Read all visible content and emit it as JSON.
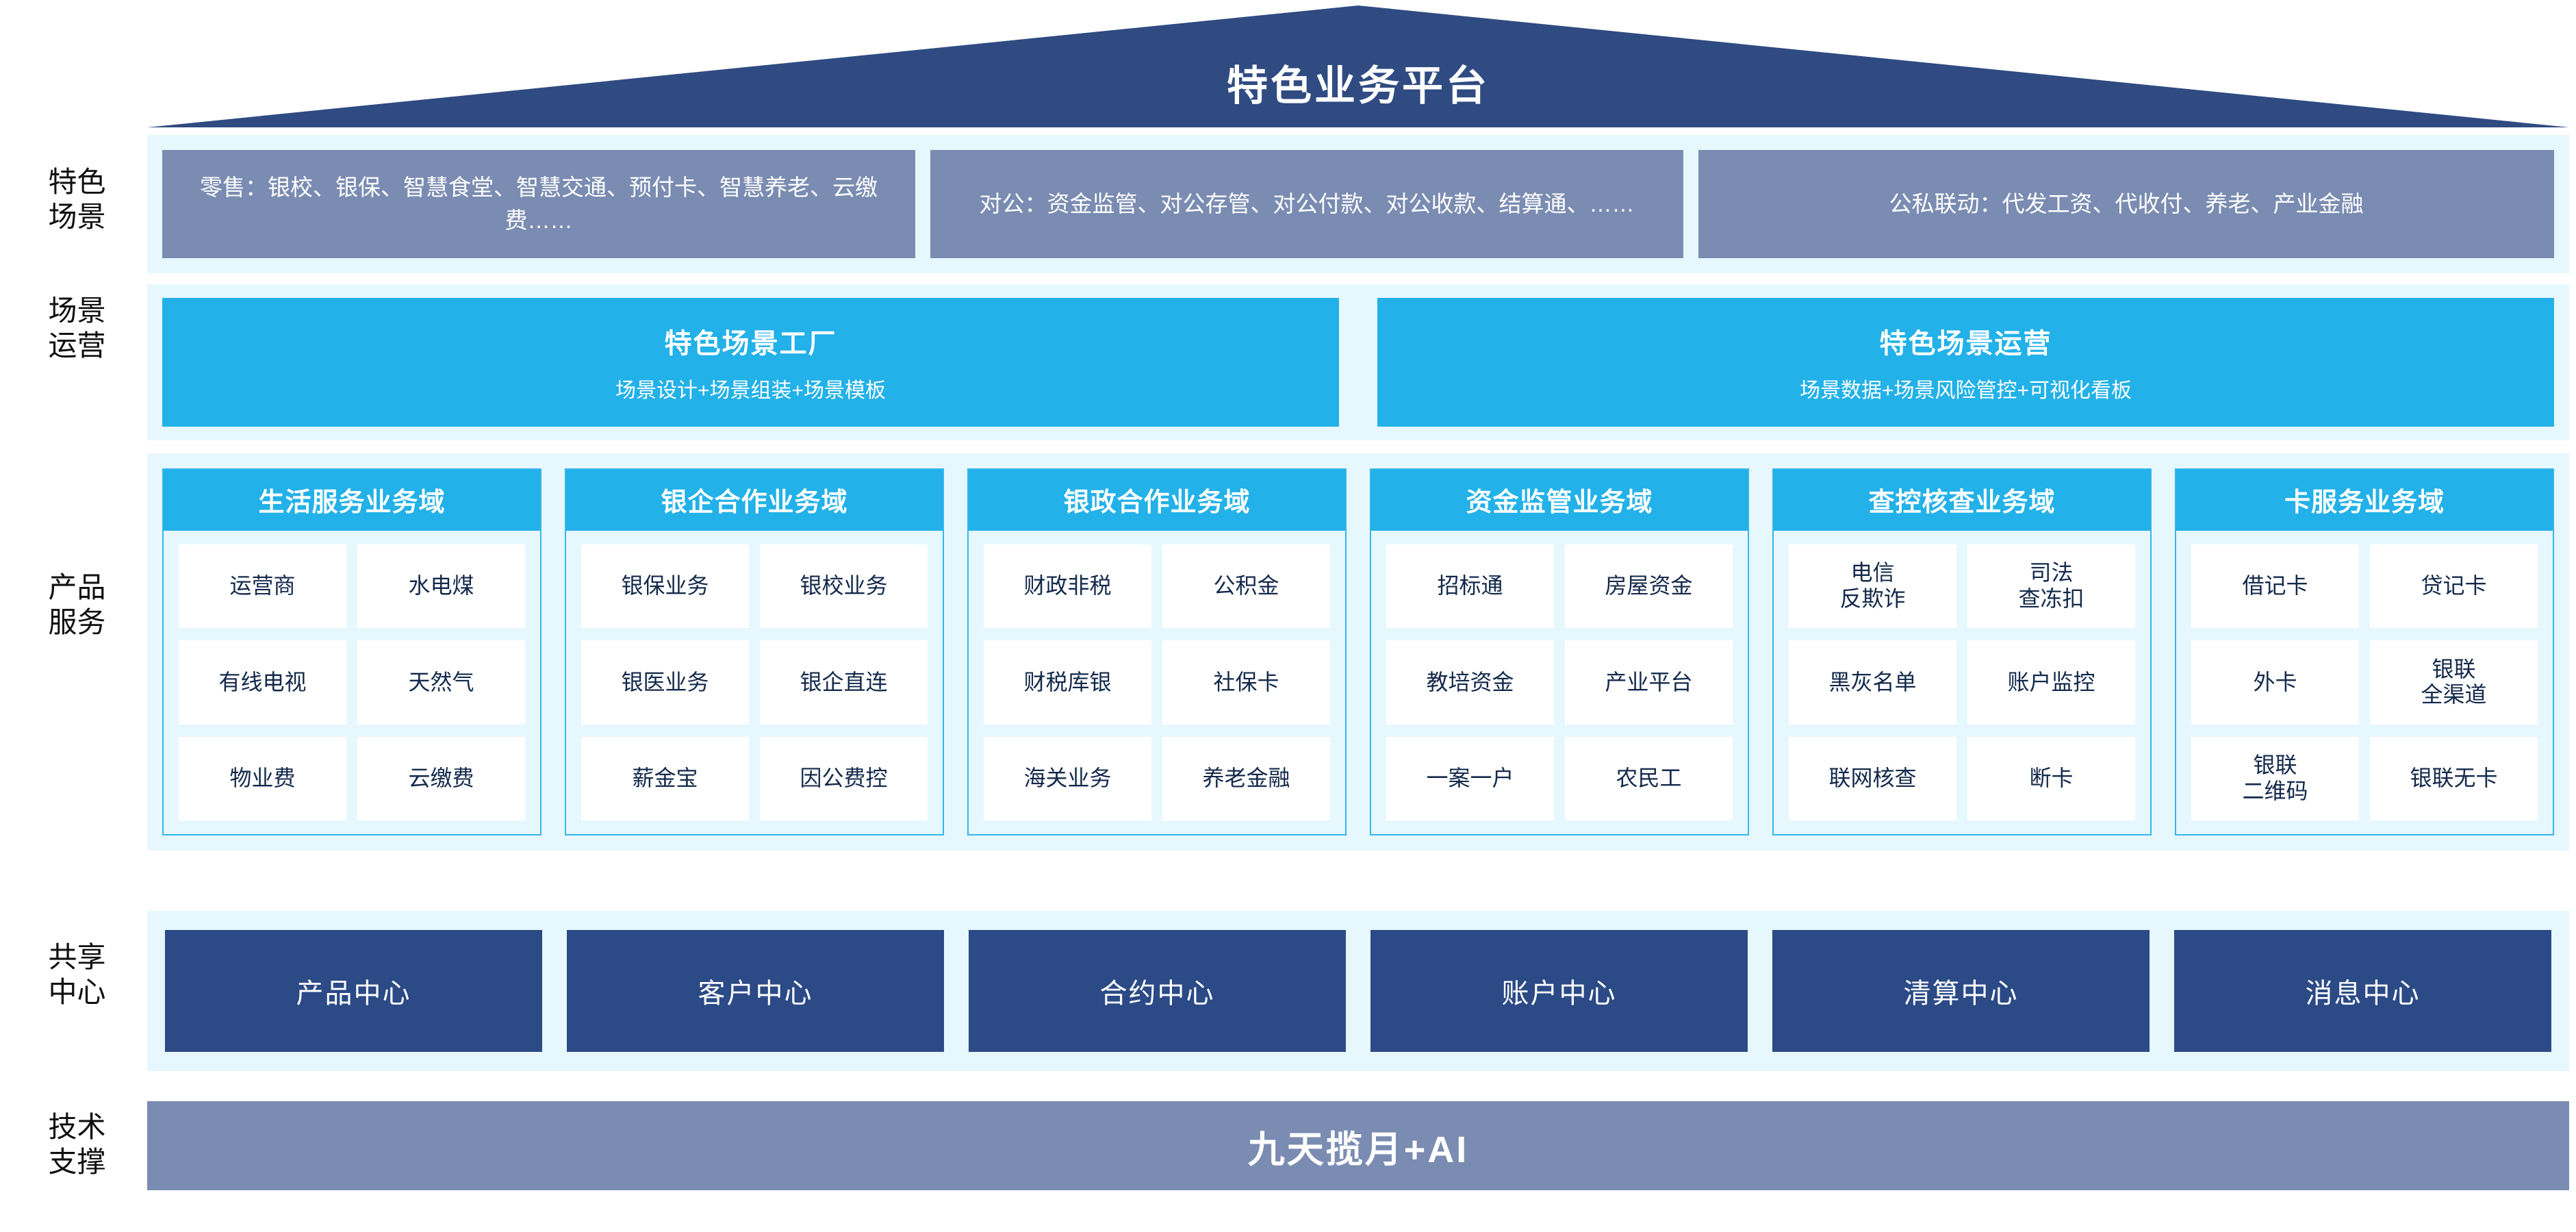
{
  "header": {
    "title": "特色业务平台",
    "banner_color": "#2f4b82"
  },
  "row_labels": {
    "scenes": "特色\n场景",
    "operations": "场景\n运营",
    "products": "产品\n服务",
    "shared": "共享\n中心",
    "tech": "技术\n支撑"
  },
  "scenes": {
    "boxes": [
      {
        "label": "零售：银校、银保、智慧食堂、智慧交通、预付卡、智慧养老、云缴费……"
      },
      {
        "label": "对公：资金监管、对公存管、对公付款、对公收款、结算通、……"
      },
      {
        "label": "公私联动：代发工资、代收付、养老、产业金融"
      }
    ],
    "box_color": "#7b8cb2"
  },
  "operations": {
    "boxes": [
      {
        "title": "特色场景工厂",
        "subtitle": "场景设计+场景组装+场景模板"
      },
      {
        "title": "特色场景运营",
        "subtitle": "场景数据+场景风险管控+可视化看板"
      }
    ],
    "box_color": "#22b1e8"
  },
  "products": {
    "accent": "#22b1e8",
    "domains": [
      {
        "title": "生活服务业务域",
        "cells": [
          "运营商",
          "水电煤",
          "有线电视",
          "天然气",
          "物业费",
          "云缴费"
        ]
      },
      {
        "title": "银企合作业务域",
        "cells": [
          "银保业务",
          "银校业务",
          "银医业务",
          "银企直连",
          "薪金宝",
          "因公费控"
        ]
      },
      {
        "title": "银政合作业务域",
        "cells": [
          "财政非税",
          "公积金",
          "财税库银",
          "社保卡",
          "海关业务",
          "养老金融"
        ]
      },
      {
        "title": "资金监管业务域",
        "cells": [
          "招标通",
          "房屋资金",
          "教培资金",
          "产业平台",
          "一案一户",
          "农民工"
        ]
      },
      {
        "title": "查控核查业务域",
        "cells": [
          "电信\n反欺诈",
          "司法\n查冻扣",
          "黑灰名单",
          "账户监控",
          "联网核查",
          "断卡"
        ]
      },
      {
        "title": "卡服务业务域",
        "cells": [
          "借记卡",
          "贷记卡",
          "外卡",
          "银联\n全渠道",
          "银联\n二维码",
          "银联无卡"
        ]
      }
    ]
  },
  "shared_centers": {
    "box_color": "#2b4a86",
    "boxes": [
      "产品中心",
      "客户中心",
      "合约中心",
      "账户中心",
      "清算中心",
      "消息中心"
    ]
  },
  "tech_support": {
    "label": "九天揽月+AI",
    "bar_color": "#7b8cb2"
  }
}
